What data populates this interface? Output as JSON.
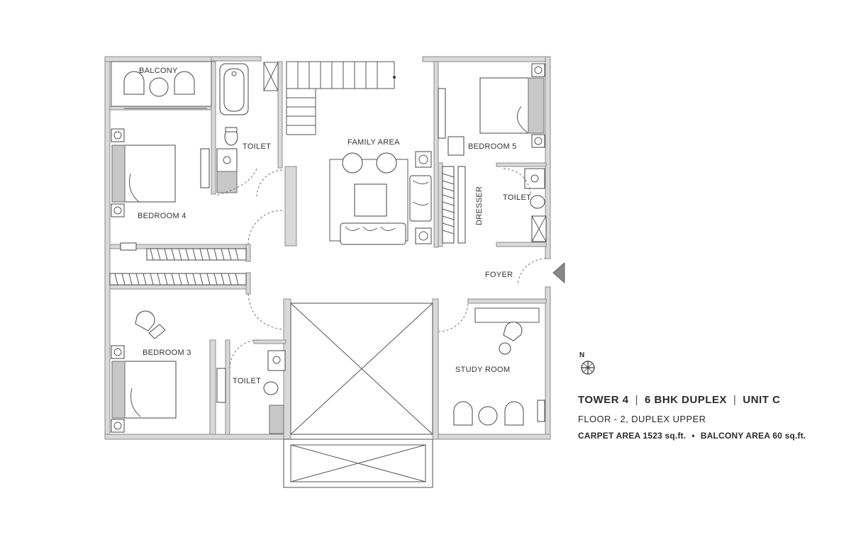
{
  "rooms": {
    "balcony": "BALCONY",
    "toilet_top": "TOILET",
    "family_area": "FAMILY AREA",
    "bedroom5": "BEDROOM 5",
    "dresser": "DRESSER",
    "toilet_right": "TOILET",
    "bedroom4": "BEDROOM 4",
    "foyer": "FOYER",
    "bedroom3": "BEDROOM 3",
    "toilet_bottom": "TOILET",
    "study_room": "STUDY ROOM"
  },
  "compass": {
    "north": "N"
  },
  "info": {
    "tower": "TOWER 4",
    "type": "6 BHK DUPLEX",
    "unit": "UNIT C",
    "separator": "|",
    "floor": "FLOOR - 2, DUPLEX UPPER",
    "carpet_area": "CARPET AREA 1523 sq.ft.",
    "bullet": "•",
    "balcony_area": "BALCONY AREA 60 sq.ft."
  },
  "colors": {
    "wall_fill": "#d9d9d9",
    "line": "#555555",
    "text": "#2b2b2b"
  },
  "icons": [
    "compass-icon",
    "entry-arrow-icon"
  ]
}
